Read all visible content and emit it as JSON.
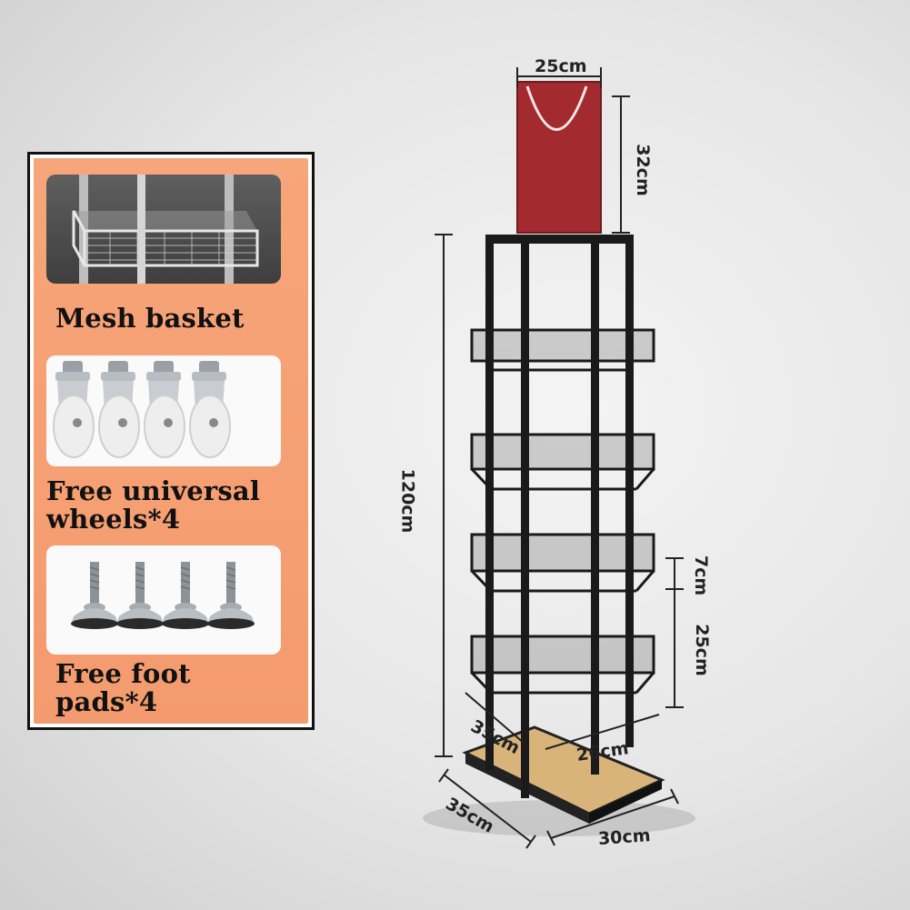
{
  "features": [
    {
      "label": "Mesh basket",
      "icon": "mesh-basket-icon"
    },
    {
      "label": "Free universal wheels*4",
      "icon": "caster-wheel-icon"
    },
    {
      "label": "Free foot pads*4",
      "icon": "leveling-foot-icon"
    }
  ],
  "dimensions": {
    "sign_width": "25cm",
    "sign_height": "32cm",
    "total_height": "120cm",
    "basket_depth": "7cm",
    "shelf_gap": "25cm",
    "inner_depth": "35cm",
    "inner_width": "26cm",
    "base_depth": "35cm",
    "base_width": "30cm"
  },
  "colors": {
    "panel_orange": "#f59f73",
    "rack_black": "#1a1a1a",
    "sign_red": "#a32a2f",
    "base_wood": "#d9b47a"
  }
}
